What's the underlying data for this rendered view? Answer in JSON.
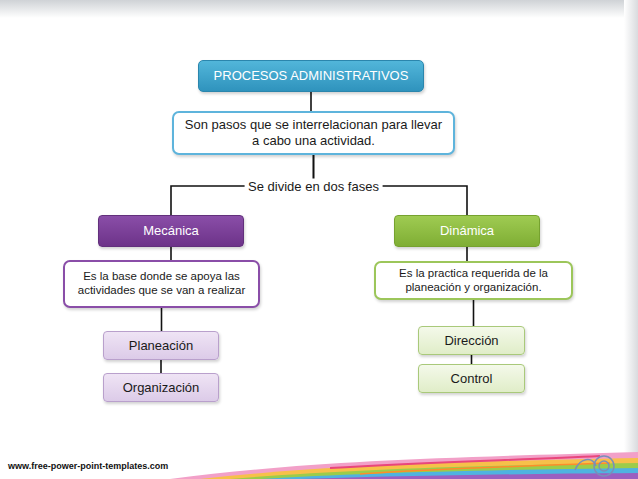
{
  "diagram": {
    "nodes": [
      {
        "text": [
          "PROCESOS ADMINISTRATIVOS"
        ]
      },
      {
        "text": [
          "Son pasos que se interrelacionan para llevar a cabo una actividad."
        ]
      },
      {
        "text": [
          "Mecánica"
        ]
      },
      {
        "text": [
          "Es la base donde se apoya las actividades que se van a realizar"
        ]
      },
      {
        "text": [
          "Planeación"
        ]
      },
      {
        "text": [
          "Organización"
        ]
      },
      {
        "text": [
          "Dinámica"
        ]
      },
      {
        "text": [
          "Es la practica requerida de la planeación y organización."
        ]
      },
      {
        "text": [
          "Dirección"
        ]
      },
      {
        "text": [
          "Control"
        ]
      }
    ],
    "edges": [
      {
        "from": 0,
        "to": 1,
        "arrow": "none"
      },
      {
        "from": 1,
        "to": 2,
        "label": "Se divide en dos fases",
        "arrow": "none"
      },
      {
        "from": 1,
        "to": 6,
        "arrow": "none"
      },
      {
        "from": 2,
        "to": 3,
        "arrow": "none"
      },
      {
        "from": 3,
        "to": 4,
        "arrow": "none"
      },
      {
        "from": 4,
        "to": 5,
        "arrow": "none"
      },
      {
        "from": 6,
        "to": 7,
        "arrow": "none"
      },
      {
        "from": 7,
        "to": 8,
        "arrow": "none"
      },
      {
        "from": 8,
        "to": 9,
        "arrow": "none"
      }
    ],
    "labels": [
      "www.free-power-point-templates.com"
    ]
  }
}
